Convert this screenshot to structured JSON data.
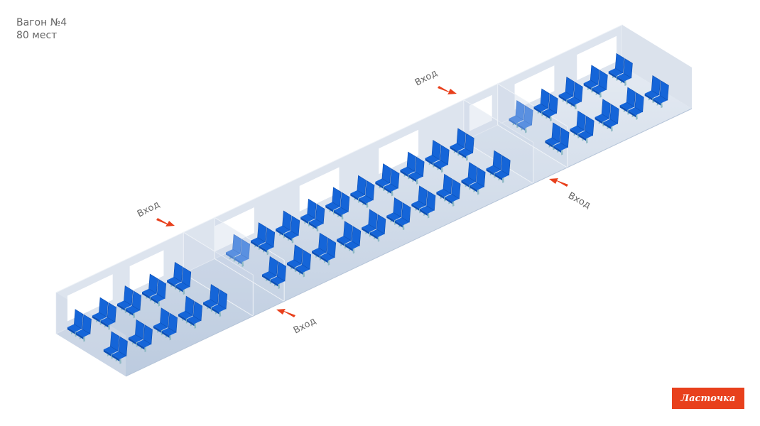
{
  "car": {
    "title": "Вагон №4",
    "seats": "80 мест"
  },
  "entries": [
    {
      "label": "Вход"
    },
    {
      "label": "Вход"
    },
    {
      "label": "Вход"
    },
    {
      "label": "Вход"
    }
  ],
  "brand": {
    "label": "Ласточка"
  },
  "colors": {
    "seat": "#1565d8",
    "seat_dark": "#0b4fb5",
    "seat_selected": "#5a90e0",
    "arrow": "#e8401c",
    "wall": "#dde4ee",
    "floor": "#c9d5e5"
  }
}
